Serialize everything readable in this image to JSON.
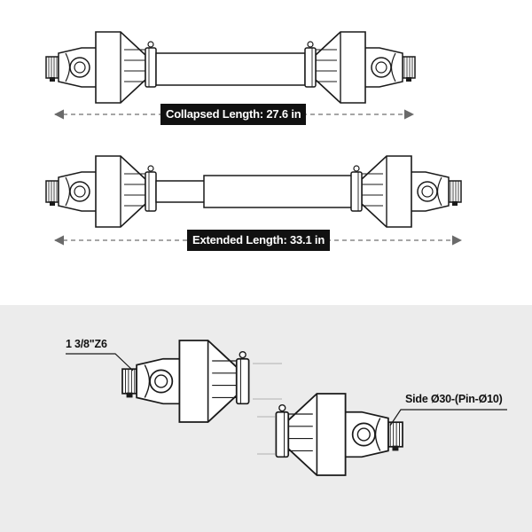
{
  "colors": {
    "background_top": "#ffffff",
    "background_bottom": "#ececec",
    "stroke": "#1a1a1a",
    "label_bg": "#111111",
    "label_text": "#ffffff",
    "dash": "#888888"
  },
  "collapsed": {
    "label": "Collapsed Length: 27.6 in"
  },
  "extended": {
    "label": "Extended Length: 33.1 in"
  },
  "detail": {
    "spline_label": "1 3/8\"Z6",
    "side_label": "Side Ø30-(Pin-Ø10)"
  }
}
